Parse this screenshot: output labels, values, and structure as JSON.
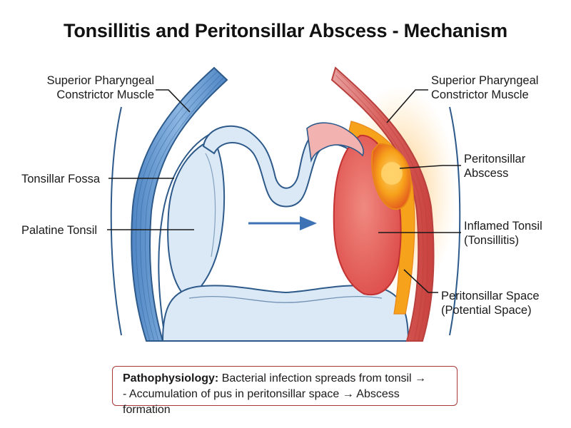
{
  "title": "Tonsillitis and Peritonsillar Abscess - Mechanism",
  "left_labels": {
    "constrictor_line1": "Superior Pharyngeal",
    "constrictor_line2": "Constrictor Muscle",
    "fossa": "Tonsillar Fossa",
    "tonsil": "Palatine Tonsil"
  },
  "right_labels": {
    "constrictor_line1": "Superior Pharyngeal",
    "constrictor_line2": "Constrictor Muscle",
    "abscess_line1": "Peritonsillar",
    "abscess_line2": "Abscess",
    "inflamed_line1": "Inflamed Tonsil",
    "inflamed_line2": "(Tonsillitis)",
    "space_line1": "Peritonsillar Space",
    "space_line2": "(Potential Space)"
  },
  "note": {
    "heading": "Pathophysiology:",
    "line1": "Bacterial infection spreads from tonsil →",
    "line2": "- Accumulation of pus in peritonsillar space → Abscess formation"
  },
  "colors": {
    "normal_fill": "#dbe9f6",
    "normal_stroke": "#2d5a8a",
    "muscle_blue": "#6f9fd2",
    "inflamed_red": "#e35a56",
    "inflamed_stroke": "#c23232",
    "pus_orange": "#f7a21b",
    "pus_yellow": "#ffd36b",
    "arrow": "#3d72b4",
    "note_border": "#a8373a"
  }
}
